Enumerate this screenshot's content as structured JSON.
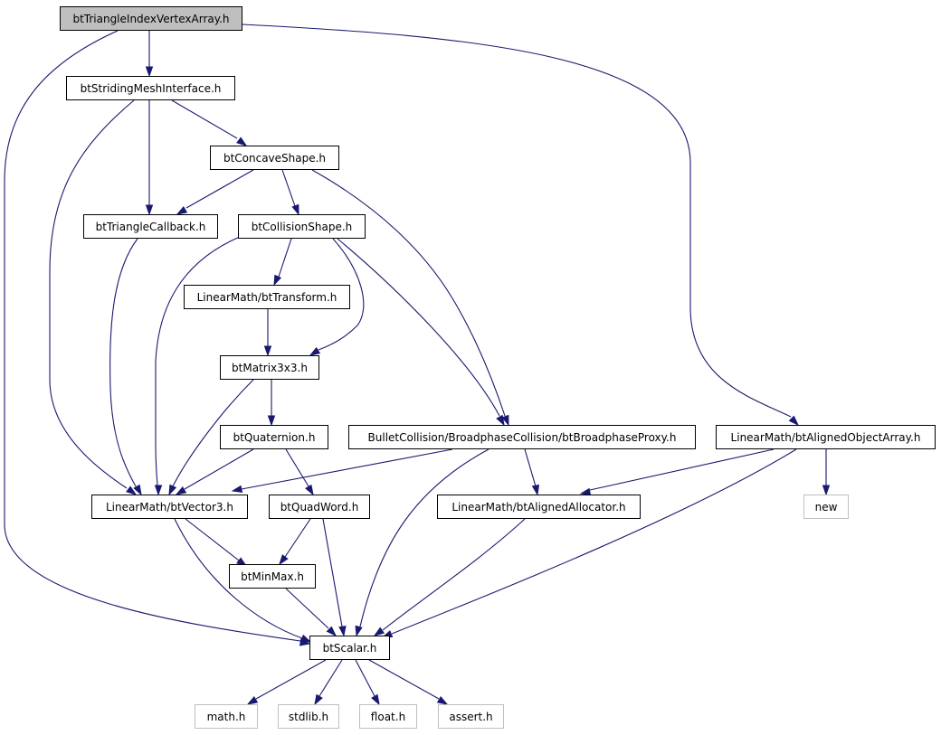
{
  "diagram": {
    "edge_color": "#191970",
    "root_fill": "#bfbfbf",
    "external_border": "#bfbfbf",
    "nodes": {
      "root": "btTriangleIndexVertexArray.h",
      "striding": "btStridingMeshInterface.h",
      "concave": "btConcaveShape.h",
      "tricallback": "btTriangleCallback.h",
      "collision": "btCollisionShape.h",
      "transform": "LinearMath/btTransform.h",
      "matrix": "btMatrix3x3.h",
      "quaternion": "btQuaternion.h",
      "proxy": "BulletCollision/BroadphaseCollision/btBroadphaseProxy.h",
      "alignedarray": "LinearMath/btAlignedObjectArray.h",
      "vector3": "LinearMath/btVector3.h",
      "quadword": "btQuadWord.h",
      "allocator": "LinearMath/btAlignedAllocator.h",
      "new": "new",
      "minmax": "btMinMax.h",
      "scalar": "btScalar.h",
      "math": "math.h",
      "stdlib": "stdlib.h",
      "float": "float.h",
      "assert": "assert.h"
    }
  }
}
